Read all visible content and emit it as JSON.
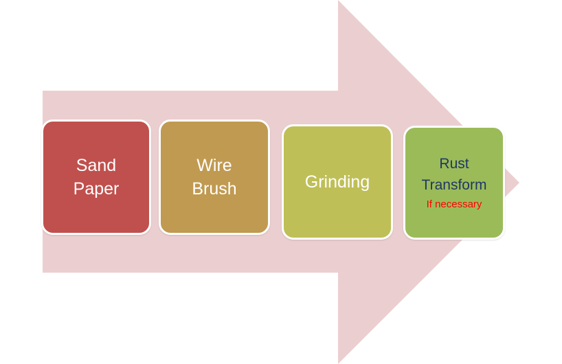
{
  "diagram": {
    "arrow_color": "#ebcfd0",
    "steps": [
      {
        "label_lines": [
          "Sand",
          "Paper"
        ],
        "color": "#c0504d",
        "text_color": "#ffffff"
      },
      {
        "label_lines": [
          "Wire",
          "Brush"
        ],
        "color": "#c09a50",
        "text_color": "#ffffff"
      },
      {
        "label_lines": [
          "Grinding"
        ],
        "color": "#bfbf58",
        "text_color": "#ffffff"
      },
      {
        "label_lines": [
          "Rust",
          "Transform"
        ],
        "note": "If necessary",
        "color": "#9bbb59",
        "text_color": "#1f3864",
        "note_color": "#ff0000"
      }
    ]
  }
}
